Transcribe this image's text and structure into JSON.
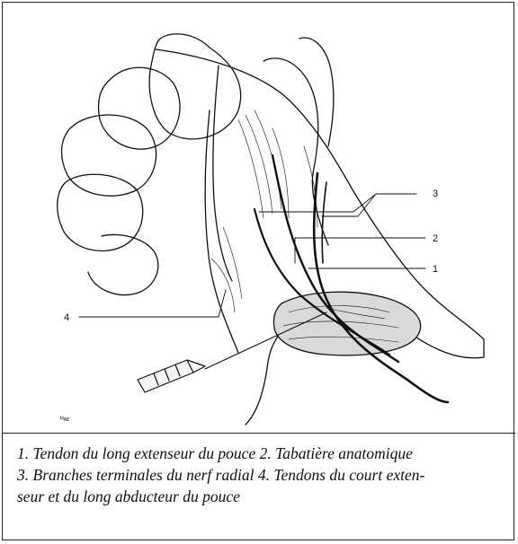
{
  "figure": {
    "callouts": [
      "3",
      "2",
      "1",
      "4"
    ],
    "watermark": "ᴹᴀᴇ",
    "ink_color": "#111111",
    "illustration": "anatomical drawing of a hand with an injection needle at the wrist"
  },
  "caption": {
    "lines": [
      "1. Tendon du long extenseur du pouce 2. Tabatière anatomique",
      "3. Branches terminales du nerf radial 4. Tendons du court exten-",
      "seur et du long abducteur du pouce"
    ]
  }
}
